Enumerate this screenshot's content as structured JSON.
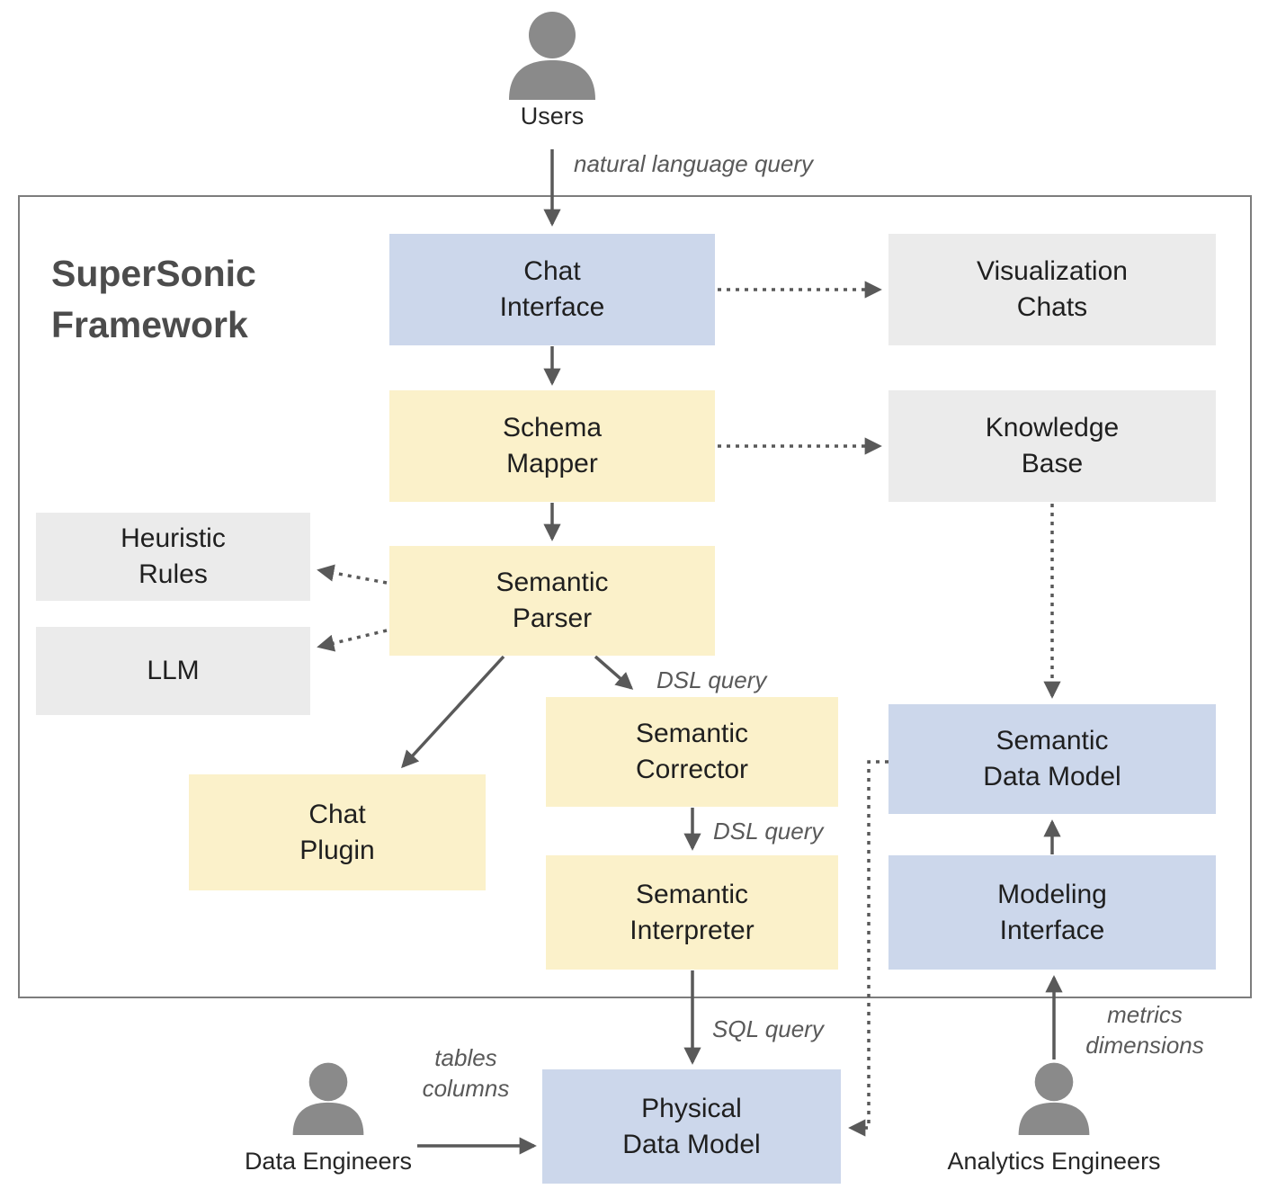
{
  "title": "SuperSonic\nFramework",
  "actors": {
    "users": "Users",
    "data_engineers": "Data Engineers",
    "analytics_engineers": "Analytics Engineers"
  },
  "nodes": {
    "chat_interface": "Chat\nInterface",
    "visualization_chats": "Visualization\nChats",
    "schema_mapper": "Schema\nMapper",
    "knowledge_base": "Knowledge\nBase",
    "heuristic_rules": "Heuristic\nRules",
    "semantic_parser": "Semantic\nParser",
    "llm": "LLM",
    "semantic_corrector": "Semantic\nCorrector",
    "chat_plugin": "Chat\nPlugin",
    "semantic_interpreter": "Semantic\nInterpreter",
    "semantic_data_model": "Semantic\nData Model",
    "modeling_interface": "Modeling\nInterface",
    "physical_data_model": "Physical\nData Model"
  },
  "edge_labels": {
    "natural_language_query": "natural language query",
    "dsl_query_parser_to_corrector": "DSL query",
    "dsl_query_corrector_to_interpreter": "DSL query",
    "sql_query": "SQL query",
    "tables_columns": "tables\ncolumns",
    "metrics_dimensions": "metrics\ndimensions"
  },
  "colors": {
    "node-blue": "#ccd7eb",
    "node-yellow": "#fbf1ca",
    "node-gray": "#ebebeb",
    "arrow": "#595959",
    "person": "#8a8a8a",
    "frame-border": "#7d7d7d",
    "title-text": "#4c4c4c",
    "edge-label-text": "#595959",
    "node-text": "#1f1f1f"
  }
}
